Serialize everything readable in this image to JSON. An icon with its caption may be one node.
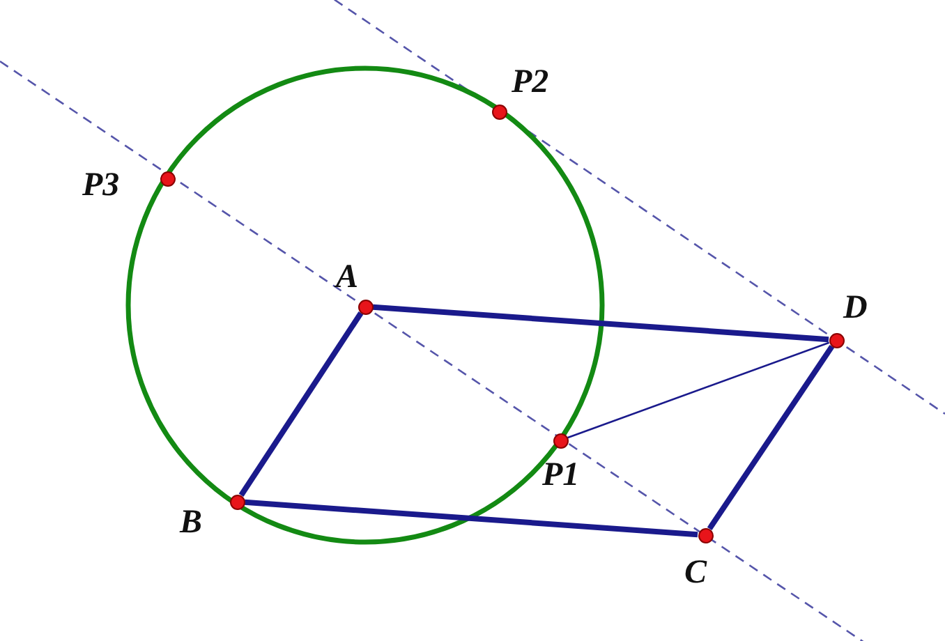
{
  "diagram": {
    "nodes": [
      {
        "text": [
          "P2"
        ]
      },
      {
        "text": [
          "P3"
        ]
      },
      {
        "text": [
          "A"
        ]
      },
      {
        "text": [
          "D"
        ]
      },
      {
        "text": [
          "P1"
        ]
      },
      {
        "text": [
          "B"
        ]
      },
      {
        "text": [
          "C"
        ]
      }
    ],
    "edges": [
      {
        "from": 2,
        "to": 3,
        "arrow": "none"
      },
      {
        "from": 2,
        "to": 5,
        "arrow": "none"
      },
      {
        "from": 5,
        "to": 6,
        "arrow": "none"
      },
      {
        "from": 6,
        "to": 3,
        "arrow": "none"
      },
      {
        "from": 4,
        "to": 3,
        "arrow": "none"
      }
    ]
  }
}
